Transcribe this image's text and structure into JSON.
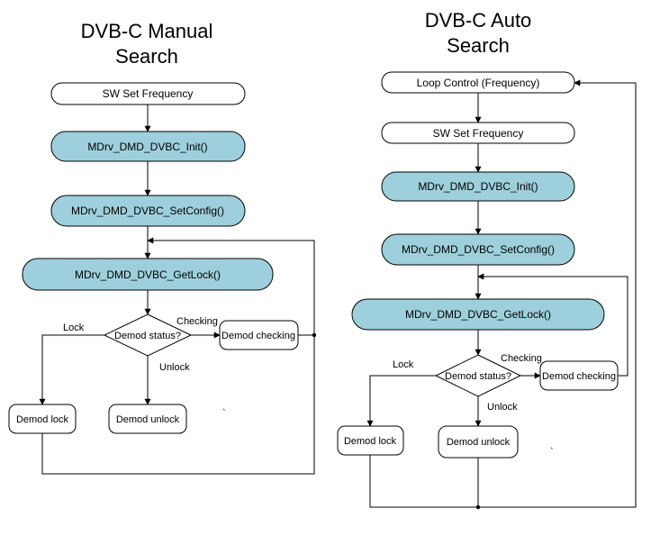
{
  "manual": {
    "title_line1": "DVB-C Manual",
    "title_line2": "Search",
    "sw_set_frequency": "SW Set Frequency",
    "init": "MDrv_DMD_DVBC_Init()",
    "set_config": "MDrv_DMD_DVBC_SetConfig()",
    "get_lock": "MDrv_DMD_DVBC_GetLock()",
    "demod_status": "Demod status?",
    "demod_checking": "Demod checking",
    "demod_lock": "Demod lock",
    "demod_unlock": "Demod unlock",
    "edge_lock": "Lock",
    "edge_checking": "Checking",
    "edge_unlock": "Unlock",
    "stray_mark": "`"
  },
  "auto": {
    "title_line1": "DVB-C Auto",
    "title_line2": "Search",
    "loop_control": "Loop Control (Frequency)",
    "sw_set_frequency": "SW Set Frequency",
    "init": "MDrv_DMD_DVBC_Init()",
    "set_config": "MDrv_DMD_DVBC_SetConfig()",
    "get_lock": "MDrv_DMD_DVBC_GetLock()",
    "demod_status": "Demod status?",
    "demod_checking": "Demod checking",
    "demod_lock": "Demod lock",
    "demod_unlock": "Demod unlock",
    "edge_lock": "Lock",
    "edge_checking": "Checking",
    "edge_unlock": "Unlock",
    "stray_mark": "`"
  },
  "colors": {
    "process_fill": "#9dd0dc",
    "terminal_fill": "#ffffff",
    "stroke": "#000000"
  }
}
